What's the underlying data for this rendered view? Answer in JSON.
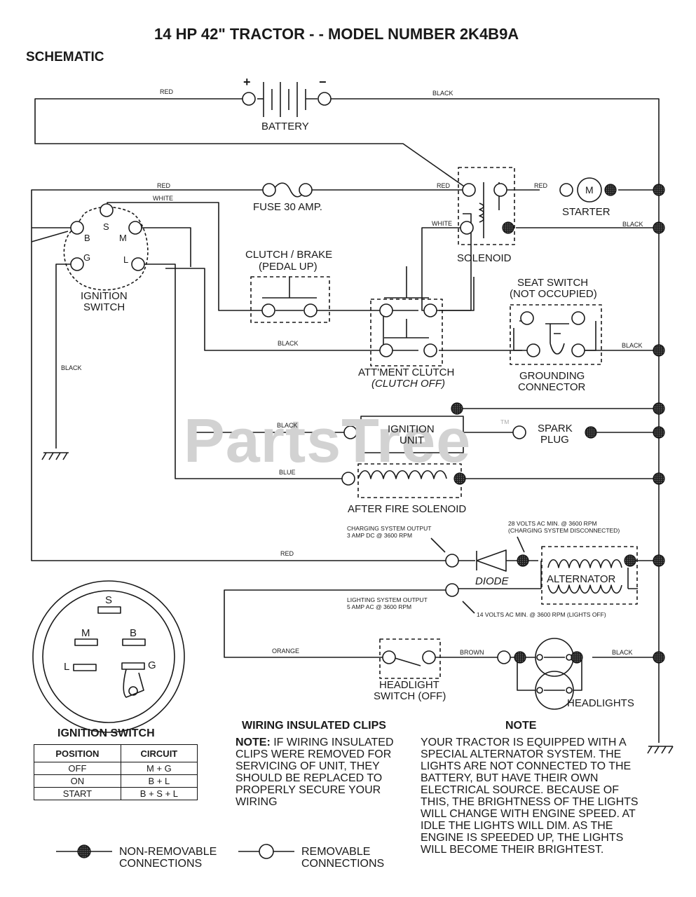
{
  "title": "14 HP 42\" TRACTOR - - MODEL NUMBER 2K4B9A",
  "schematic_label": "SCHEMATIC",
  "watermark": "PartsTree",
  "watermark_tm": "TM",
  "components": {
    "battery": "BATTERY",
    "battery_plus": "+",
    "battery_minus": "−",
    "fuse": "FUSE 30 AMP.",
    "starter": "STARTER",
    "starter_m": "M",
    "solenoid": "SOLENOID",
    "ignition_switch_l1": "IGNITION",
    "ignition_switch_l2": "SWITCH",
    "clutch_brake_l1": "CLUTCH / BRAKE",
    "clutch_brake_l2": "(PEDAL UP)",
    "seat_switch_l1": "SEAT SWITCH",
    "seat_switch_l2": "(NOT OCCUPIED)",
    "attment_clutch_l1": "ATT'MENT CLUTCH",
    "attment_clutch_l2": "(CLUTCH OFF)",
    "grounding_l1": "GROUNDING",
    "grounding_l2": "CONNECTOR",
    "ignition_unit_l1": "IGNITION",
    "ignition_unit_l2": "UNIT",
    "spark_plug_l1": "SPARK",
    "spark_plug_l2": "PLUG",
    "after_fire": "AFTER FIRE SOLENOID",
    "diode": "DIODE",
    "alternator": "ALTERNATOR",
    "headlight_switch_l1": "HEADLIGHT",
    "headlight_switch_l2": "SWITCH (OFF)",
    "headlights": "HEADLIGHTS"
  },
  "terminals": {
    "s": "S",
    "b": "B",
    "m": "M",
    "g": "G",
    "l": "L"
  },
  "wires": {
    "red": "RED",
    "black": "BLACK",
    "white": "WHITE",
    "blue": "BLUE",
    "orange": "ORANGE",
    "brown": "BROWN"
  },
  "annotations": {
    "charging_l1": "CHARGING SYSTEM OUTPUT",
    "charging_l2": "3 AMP DC @ 3600 RPM",
    "volts28_l1": "28 VOLTS AC MIN. @ 3600 RPM",
    "volts28_l2": "(CHARGING SYSTEM DISCONNECTED)",
    "lighting_l1": "LIGHTING SYSTEM OUTPUT",
    "lighting_l2": "5 AMP AC @ 3600 RPM",
    "volts14": "14 VOLTS AC MIN. @ 3600 RPM (LIGHTS OFF)"
  },
  "ignition_table": {
    "title": "IGNITION SWITCH",
    "headers": [
      "POSITION",
      "CIRCUIT"
    ],
    "rows": [
      [
        "OFF",
        "M + G"
      ],
      [
        "ON",
        "B + L"
      ],
      [
        "START",
        "B + S + L"
      ]
    ]
  },
  "wiring_clips": {
    "title": "WIRING INSULATED CLIPS",
    "lead": "NOTE:",
    "text": "IF WIRING INSULATED CLIPS WERE REMOVED FOR SERVICING OF UNIT, THEY SHOULD BE REPLACED TO PROPERLY SECURE YOUR WIRING"
  },
  "note": {
    "title": "NOTE",
    "text": "YOUR TRACTOR IS EQUIPPED WITH A SPECIAL ALTERNATOR SYSTEM. THE LIGHTS ARE NOT CONNECTED TO THE BATTERY, BUT HAVE THEIR OWN ELECTRICAL SOURCE. BECAUSE OF THIS, THE BRIGHTNESS OF THE LIGHTS WILL CHANGE WITH ENGINE SPEED. AT IDLE THE LIGHTS WILL DIM. AS THE ENGINE IS SPEEDED UP, THE LIGHTS WILL BECOME THEIR BRIGHTEST."
  },
  "legend": {
    "non_removable_l1": "NON-REMOVABLE",
    "non_removable_l2": "CONNECTIONS",
    "removable_l1": "REMOVABLE",
    "removable_l2": "CONNECTIONS"
  }
}
